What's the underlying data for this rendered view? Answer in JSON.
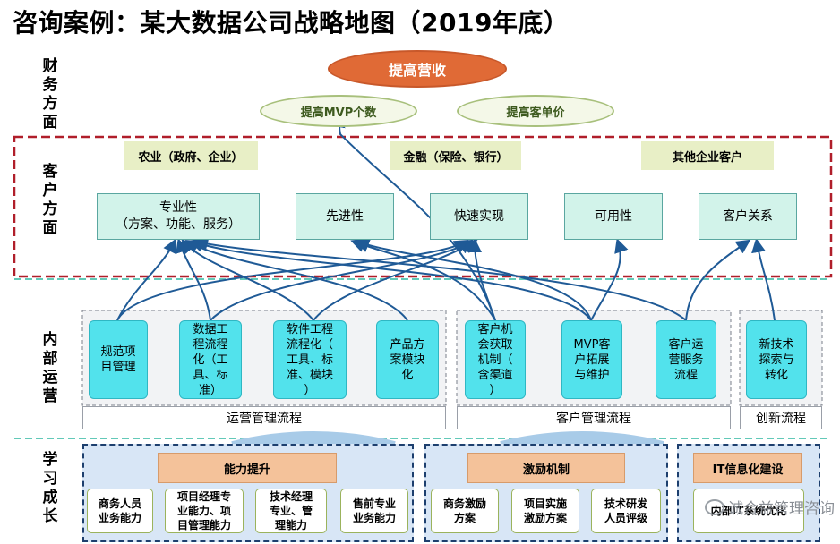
{
  "title": "咨询案例：某大数据公司战略地图（2019年底）",
  "perspectives": {
    "financial": "财务方面",
    "customer": "客户方面",
    "internal": "内部运营",
    "learning": "学习成长"
  },
  "financial": {
    "goal": "提高营收",
    "subgoals": [
      "提高MVP个数",
      "提高客单价"
    ]
  },
  "customer": {
    "segments": [
      "农业（政府、企业）",
      "金融（保险、银行）",
      "其他企业客户"
    ],
    "values": [
      "专业性\n（方案、功能、服务）",
      "先进性",
      "快速实现",
      "可用性",
      "客户关系"
    ]
  },
  "internal": {
    "groups": [
      {
        "label": "运营管理流程",
        "items": [
          "规范项\n目管理",
          "数据工\n程流程\n化（工\n具、标\n准）",
          "软件工程\n流程化（\n工具、标\n准、模块\n）",
          "产品方\n案模块\n化"
        ]
      },
      {
        "label": "客户管理流程",
        "items": [
          "客户机\n会获取\n机制（\n含渠道\n）",
          "MVP客\n户拓展\n与维护",
          "客户运\n营服务\n流程"
        ]
      },
      {
        "label": "创新流程",
        "items": [
          "新技术\n探索与\n转化"
        ]
      }
    ]
  },
  "learning": {
    "groups": [
      {
        "header": "能力提升",
        "items": [
          "商务人员\n业务能力",
          "项目经理专\n业能力、项\n目管理能力",
          "技术经理\n专业、管\n理能力",
          "售前专业\n业务能力"
        ]
      },
      {
        "header": "激励机制",
        "items": [
          "商务激励\n方案",
          "项目实施\n激励方案",
          "技术研发\n人员评级"
        ]
      },
      {
        "header": "IT信息化建设",
        "items": [
          "内部IT系统优化"
        ]
      }
    ]
  },
  "watermark": "诚合益管理咨询",
  "colors": {
    "goal": "#e06a36",
    "subgoal_border": "#a8c07c",
    "customer_frame": "#b01e2a",
    "internal_box": "#52e2ec",
    "arrow": "#1f5a96",
    "learning_frame": "#1d3f6e",
    "learning_header": "#f4c29a"
  }
}
